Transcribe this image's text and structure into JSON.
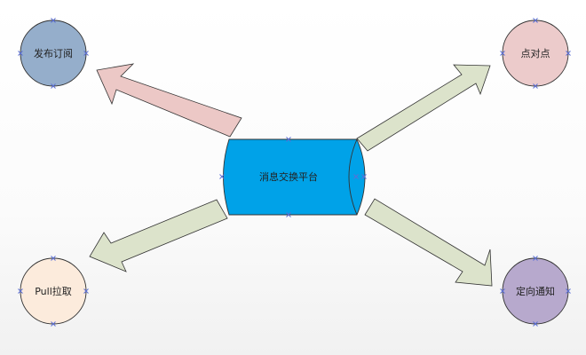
{
  "diagram": {
    "center": {
      "label": "消息交换平台",
      "fill": "#00a2e8"
    },
    "nodes": [
      {
        "id": "pubsub",
        "label": "发布订阅",
        "fill": "#95aecb"
      },
      {
        "id": "p2p",
        "label": "点对点",
        "fill": "#eccbcb"
      },
      {
        "id": "pull",
        "label": "Pull拉取",
        "fill": "#fcebdc"
      },
      {
        "id": "notify",
        "label": "定向通知",
        "fill": "#b7a9cd"
      }
    ],
    "arrows": [
      {
        "from": "center",
        "to": "pubsub",
        "fill": "#ecc8c6"
      },
      {
        "from": "center",
        "to": "p2p",
        "fill": "#dce3cb"
      },
      {
        "from": "center",
        "to": "pull",
        "fill": "#dce3cb"
      },
      {
        "from": "center",
        "to": "notify",
        "fill": "#dce3cb"
      }
    ],
    "stroke": "#333333",
    "handle_color": "#5b6fd6"
  }
}
